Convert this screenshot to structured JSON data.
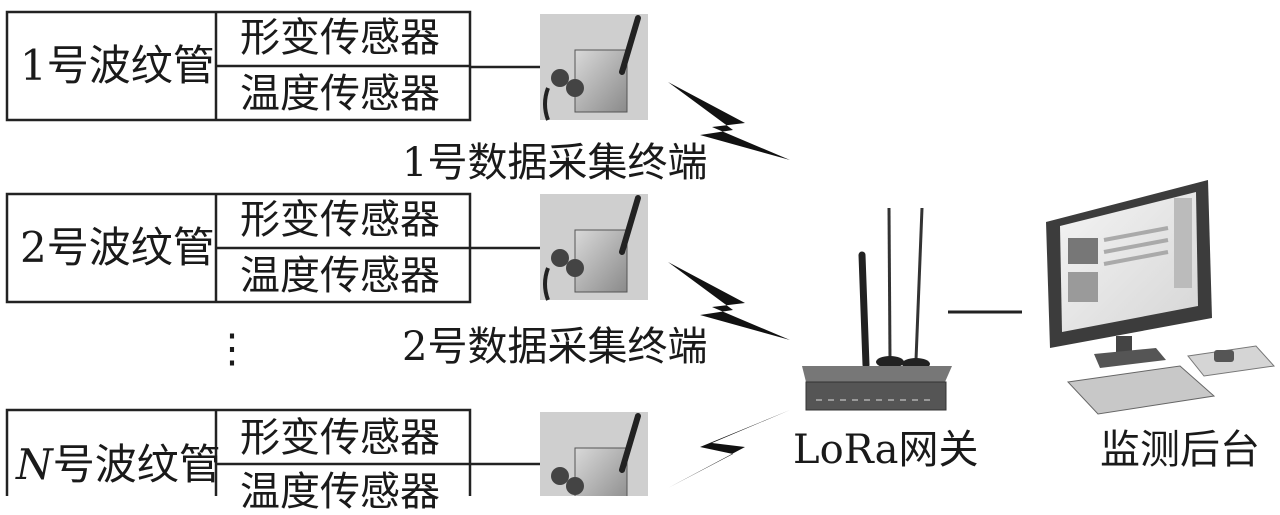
{
  "groups": [
    {
      "label": "1号波纹管",
      "sensors": [
        "形变传感器",
        "温度传感器"
      ],
      "terminal": "1号数据采集终端"
    },
    {
      "label": "2号波纹管",
      "sensors": [
        "形变传感器",
        "温度传感器"
      ],
      "terminal": "2号数据采集终端"
    },
    {
      "label_prefix": "N",
      "label": "号波纹管",
      "sensors": [
        "形变传感器",
        "温度传感器"
      ]
    }
  ],
  "ellipsis": "⋮",
  "gateway": {
    "label": "LoRa网关"
  },
  "backend": {
    "label": "监测后台"
  },
  "icons": {
    "terminal": "data-terminal-device-icon",
    "wireless": "wireless-signal-icon",
    "gateway": "lora-router-icon",
    "backend": "desktop-computer-icon"
  }
}
